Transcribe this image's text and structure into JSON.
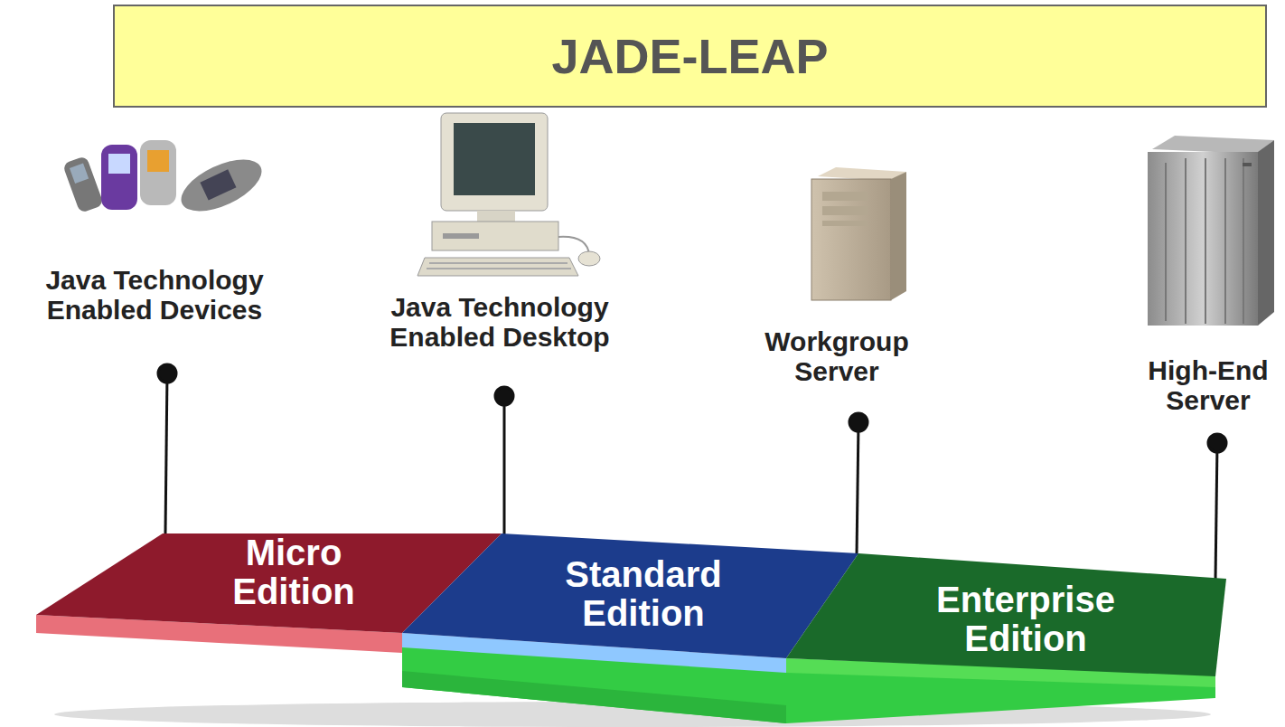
{
  "diagram": {
    "title": "JADE-LEAP",
    "nodes": [
      {
        "text": [
          "Micro Edition"
        ]
      },
      {
        "text": [
          "Standard Edition"
        ]
      },
      {
        "text": [
          "Enterprise Edition"
        ]
      }
    ],
    "labels": [
      "Java Technology Enabled Devices",
      "Java Technology Enabled Desktop",
      "Workgroup Server",
      "High-End Server"
    ]
  }
}
